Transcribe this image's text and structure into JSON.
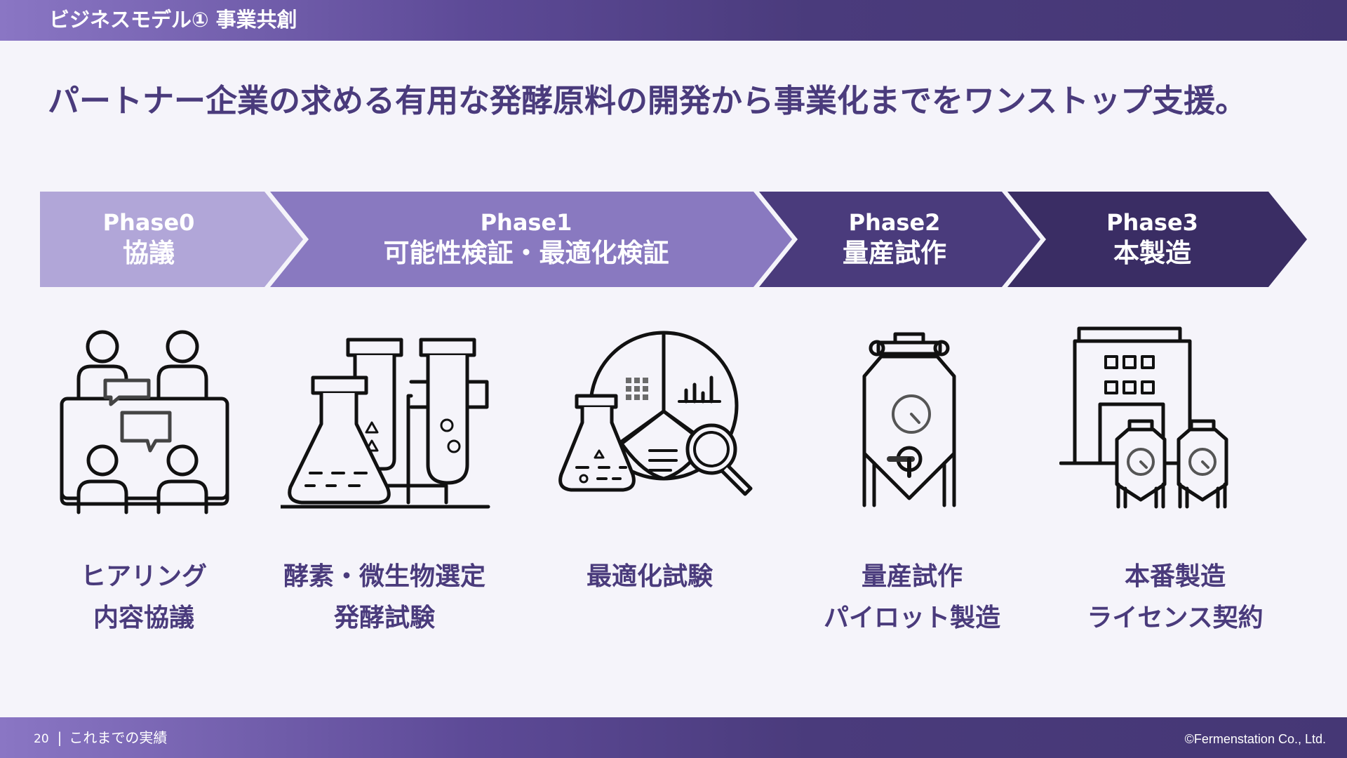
{
  "header": {
    "title": "ビジネスモデル① 事業共創"
  },
  "headline": "パートナー企業の求める有用な発酵原料の開発から事業化までをワンストップ支援。",
  "phases": [
    {
      "name": "Phase0",
      "title": "協議",
      "color": "#b1a6d8"
    },
    {
      "name": "Phase1",
      "title": "可能性検証・最適化検証",
      "color": "#8979c0"
    },
    {
      "name": "Phase2",
      "title": "量産試作",
      "color": "#4a3b7c"
    },
    {
      "name": "Phase3",
      "title": "本製造",
      "color": "#3a2d64"
    }
  ],
  "steps": [
    {
      "icon": "meeting-people-icon",
      "lines": [
        "ヒアリング",
        "内容協議"
      ]
    },
    {
      "icon": "lab-flasks-icon",
      "lines": [
        "酵素・微生物選定",
        "発酵試験"
      ]
    },
    {
      "icon": "data-analysis-icon",
      "lines": [
        "最適化試験",
        ""
      ]
    },
    {
      "icon": "fermentation-tank-icon",
      "lines": [
        "量産試作",
        "パイロット製造"
      ]
    },
    {
      "icon": "factory-icon",
      "lines": [
        "本番製造",
        "ライセンス契約"
      ]
    }
  ],
  "footer": {
    "page_number": "20",
    "separator": "|",
    "section": "これまでの実績",
    "copyright": "©Fermenstation Co., Ltd."
  }
}
